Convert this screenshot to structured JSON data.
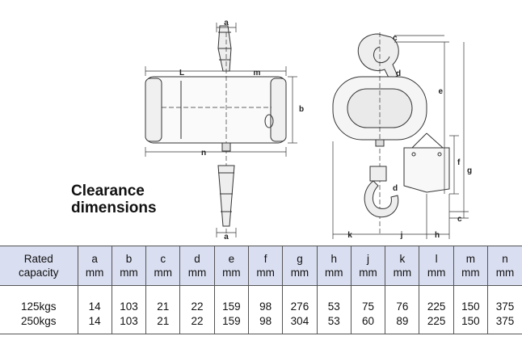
{
  "title": {
    "line1": "Clearance",
    "line2": "dimensions"
  },
  "dimension_labels": [
    "a",
    "b",
    "c",
    "d",
    "e",
    "f",
    "g",
    "h",
    "j",
    "k",
    "L",
    "m",
    "n"
  ],
  "table": {
    "header_capacity": {
      "line1": "Rated",
      "line2": "capacity"
    },
    "columns": [
      {
        "key": "a",
        "unit": "mm"
      },
      {
        "key": "b",
        "unit": "mm"
      },
      {
        "key": "c",
        "unit": "mm"
      },
      {
        "key": "d",
        "unit": "mm"
      },
      {
        "key": "e",
        "unit": "mm"
      },
      {
        "key": "f",
        "unit": "mm"
      },
      {
        "key": "g",
        "unit": "mm"
      },
      {
        "key": "h",
        "unit": "mm"
      },
      {
        "key": "j",
        "unit": "mm"
      },
      {
        "key": "k",
        "unit": "mm"
      },
      {
        "key": "l",
        "unit": "mm"
      },
      {
        "key": "m",
        "unit": "mm"
      },
      {
        "key": "n",
        "unit": "mm"
      }
    ],
    "rows": [
      {
        "capacity": "125kgs",
        "values": [
          "14",
          "103",
          "21",
          "22",
          "159",
          "98",
          "276",
          "53",
          "75",
          "76",
          "225",
          "150",
          "375"
        ]
      },
      {
        "capacity": "250kgs",
        "values": [
          "14",
          "103",
          "21",
          "22",
          "159",
          "98",
          "304",
          "53",
          "60",
          "89",
          "225",
          "150",
          "375"
        ]
      }
    ]
  }
}
